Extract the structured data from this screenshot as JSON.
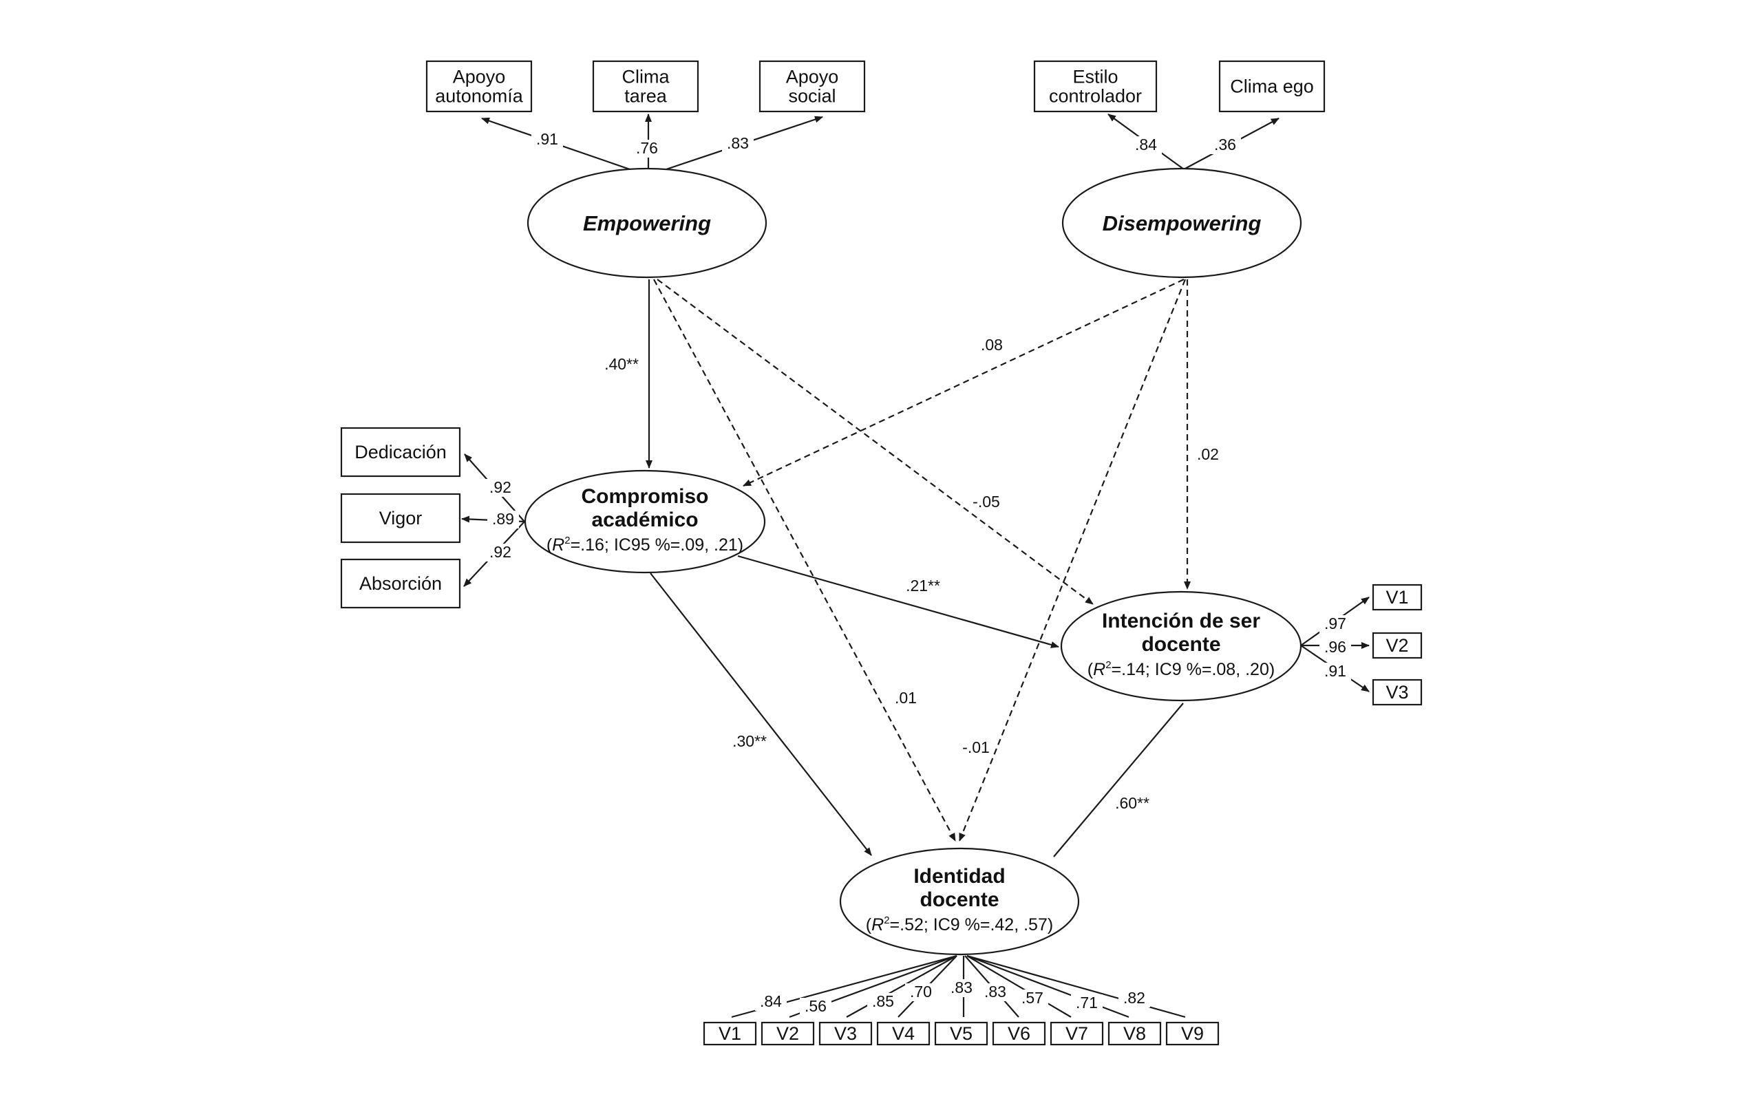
{
  "figure": {
    "latents": {
      "empowering": {
        "label": "Empowering"
      },
      "disempowering": {
        "label": "Disempowering"
      },
      "compromiso": {
        "line1": "Compromiso",
        "line2": "académico",
        "r2_prefix": "R",
        "r2_sup": "2",
        "stat": "=.16; IC95 %=.09, .21)"
      },
      "intencion": {
        "line1": "Intención de ser",
        "line2": "docente",
        "r2_prefix": "R",
        "r2_sup": "2",
        "stat": "=.14; IC9 %=.08, .20)"
      },
      "identidad": {
        "line1": "Identidad",
        "line2": "docente",
        "r2_prefix": "R",
        "r2_sup": "2",
        "stat": "=.52; IC9 %=.42, .57)"
      }
    },
    "indicators": {
      "empowering": [
        {
          "lines": [
            "Apoyo",
            "autonomía"
          ],
          "loading": ".91"
        },
        {
          "lines": [
            "Clima",
            "tarea"
          ],
          "loading": ".76"
        },
        {
          "lines": [
            "Apoyo",
            "social"
          ],
          "loading": ".83"
        }
      ],
      "disempowering": [
        {
          "lines": [
            "Estilo",
            "controlador"
          ],
          "loading": ".84"
        },
        {
          "lines": [
            "Clima ego"
          ],
          "loading": ".36"
        }
      ],
      "compromiso": [
        {
          "lines": [
            "Dedicación"
          ],
          "loading": ".92"
        },
        {
          "lines": [
            "Vigor"
          ],
          "loading": ".89"
        },
        {
          "lines": [
            "Absorción"
          ],
          "loading": ".92"
        }
      ],
      "intencion": [
        {
          "lines": [
            "V1"
          ],
          "loading": ".97"
        },
        {
          "lines": [
            "V2"
          ],
          "loading": ".96"
        },
        {
          "lines": [
            "V3"
          ],
          "loading": ".91"
        }
      ],
      "identidad": [
        {
          "lines": [
            "V1"
          ],
          "loading": ".84"
        },
        {
          "lines": [
            "V2"
          ],
          "loading": ".56"
        },
        {
          "lines": [
            "V3"
          ],
          "loading": ".85"
        },
        {
          "lines": [
            "V4"
          ],
          "loading": ".70"
        },
        {
          "lines": [
            "V5"
          ],
          "loading": ".83"
        },
        {
          "lines": [
            "V6"
          ],
          "loading": ".83"
        },
        {
          "lines": [
            "V7"
          ],
          "loading": ".57"
        },
        {
          "lines": [
            "V8"
          ],
          "loading": ".71"
        },
        {
          "lines": [
            "V9"
          ],
          "loading": ".82"
        }
      ]
    },
    "paths": [
      {
        "from": "empowering",
        "to": "compromiso",
        "coef": ".40**",
        "significant": true
      },
      {
        "from": "empowering",
        "to": "identidad",
        "coef": ".01",
        "significant": false
      },
      {
        "from": "empowering",
        "to": "intencion",
        "coef": "-.05",
        "significant": false
      },
      {
        "from": "disempowering",
        "to": "compromiso",
        "coef": ".08",
        "significant": false
      },
      {
        "from": "disempowering",
        "to": "identidad",
        "coef": "-.01",
        "significant": false
      },
      {
        "from": "disempowering",
        "to": "intencion",
        "coef": ".02",
        "significant": false
      },
      {
        "from": "compromiso",
        "to": "intencion",
        "coef": ".21**",
        "significant": true
      },
      {
        "from": "compromiso",
        "to": "identidad",
        "coef": ".30**",
        "significant": true
      },
      {
        "from": "intencion",
        "to": "identidad",
        "coef": ".60**",
        "significant": true
      }
    ]
  }
}
